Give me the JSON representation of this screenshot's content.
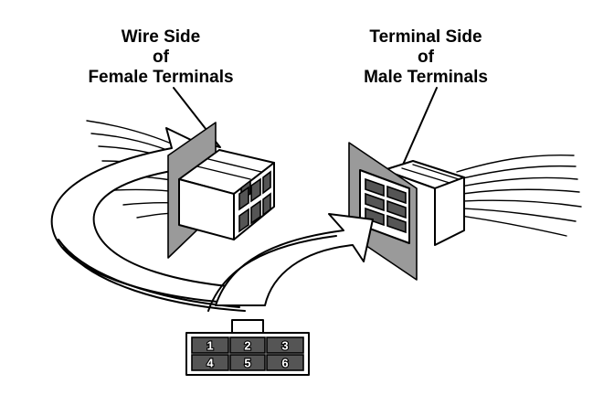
{
  "labels": {
    "left": [
      "Wire Side",
      "of",
      "Female Terminals"
    ],
    "right": [
      "Terminal Side",
      "of",
      "Male Terminals"
    ]
  },
  "pinout": {
    "top_row": [
      "1",
      "2",
      "3"
    ],
    "bottom_row": [
      "4",
      "5",
      "6"
    ]
  },
  "colors": {
    "ink": "#000000",
    "panel": "#9a9a9a",
    "paper": "#ffffff"
  }
}
